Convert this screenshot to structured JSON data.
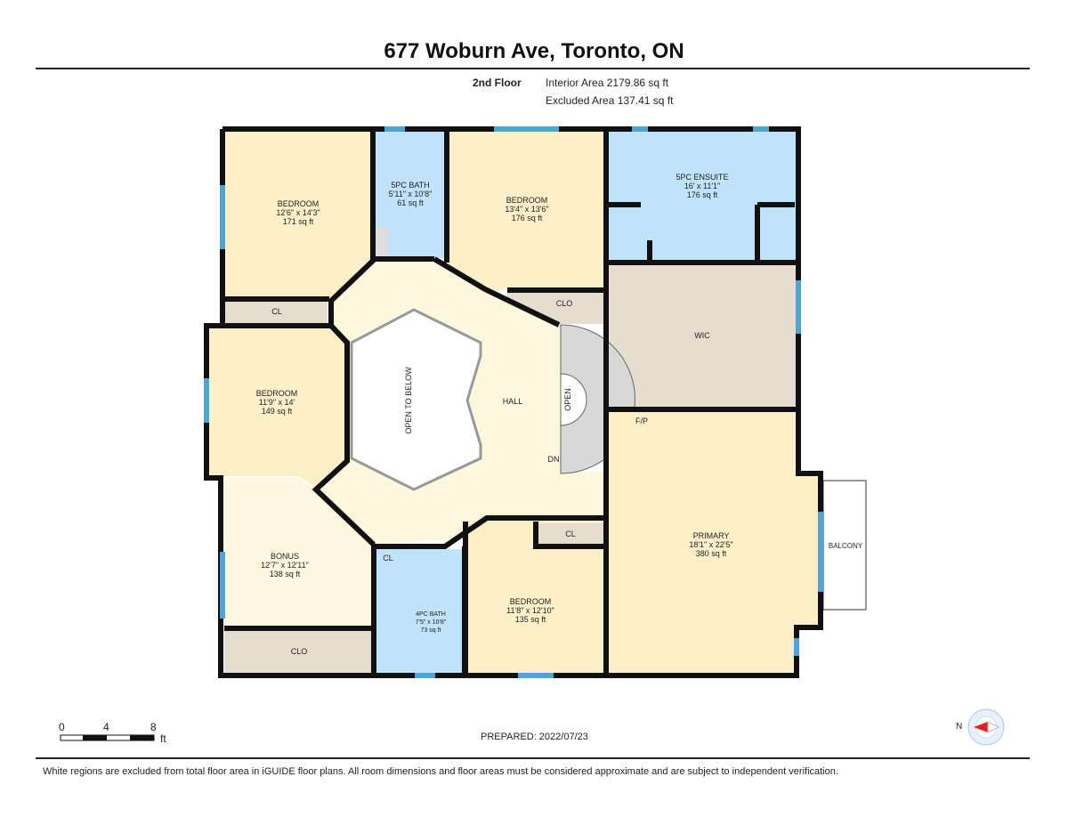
{
  "title": "677 Woburn Ave, Toronto, ON",
  "floor_label": "2nd Floor",
  "interior_area": "Interior Area 2179.86 sq ft",
  "excluded_area": "Excluded Area 137.41 sq ft",
  "rooms": {
    "bedroom1": {
      "name": "BEDROOM",
      "dims": "12'6\" x 14'3\"",
      "area": "171 sq ft"
    },
    "bath5": {
      "name": "5PC BATH",
      "dims": "5'11\" x 10'8\"",
      "area": "61 sq ft"
    },
    "bedroom2": {
      "name": "BEDROOM",
      "dims": "13'4\" x 13'6\"",
      "area": "176 sq ft"
    },
    "ensuite": {
      "name": "5PC ENSUITE",
      "dims": "16' x 11'1\"",
      "area": "176 sq ft"
    },
    "bedroom3": {
      "name": "BEDROOM",
      "dims": "11'9\" x 14'",
      "area": "149 sq ft"
    },
    "bonus": {
      "name": "BONUS",
      "dims": "12'7\" x 12'11\"",
      "area": "138 sq ft"
    },
    "bath4": {
      "name": "4PC BATH",
      "dims": "7'5\" x 10'8\"",
      "area": "73 sq ft"
    },
    "bedroom4": {
      "name": "BEDROOM",
      "dims": "11'8\" x 12'10\"",
      "area": "135 sq ft"
    },
    "primary": {
      "name": "PRIMARY",
      "dims": "18'1\" x 22'5\"",
      "area": "380 sq ft"
    },
    "wic": "WIC",
    "hall": "HALL",
    "open_below": "OPEN TO BELOW",
    "open": "OPEN",
    "dn": "DN",
    "fp": "F/P",
    "cl1": "CL",
    "clo1": "CLO",
    "cl2": "CL",
    "cl3": "CL",
    "clo2": "CLO",
    "balcony": "BALCONY"
  },
  "scale": {
    "ticks": [
      "0",
      "4",
      "8"
    ],
    "unit": "ft"
  },
  "compass": "N",
  "prepared": "PREPARED: 2022/07/23",
  "footer": "White regions are excluded from total floor area in iGUIDE floor plans. All room dimensions and floor areas must be considered approximate and are subject to independent verification."
}
